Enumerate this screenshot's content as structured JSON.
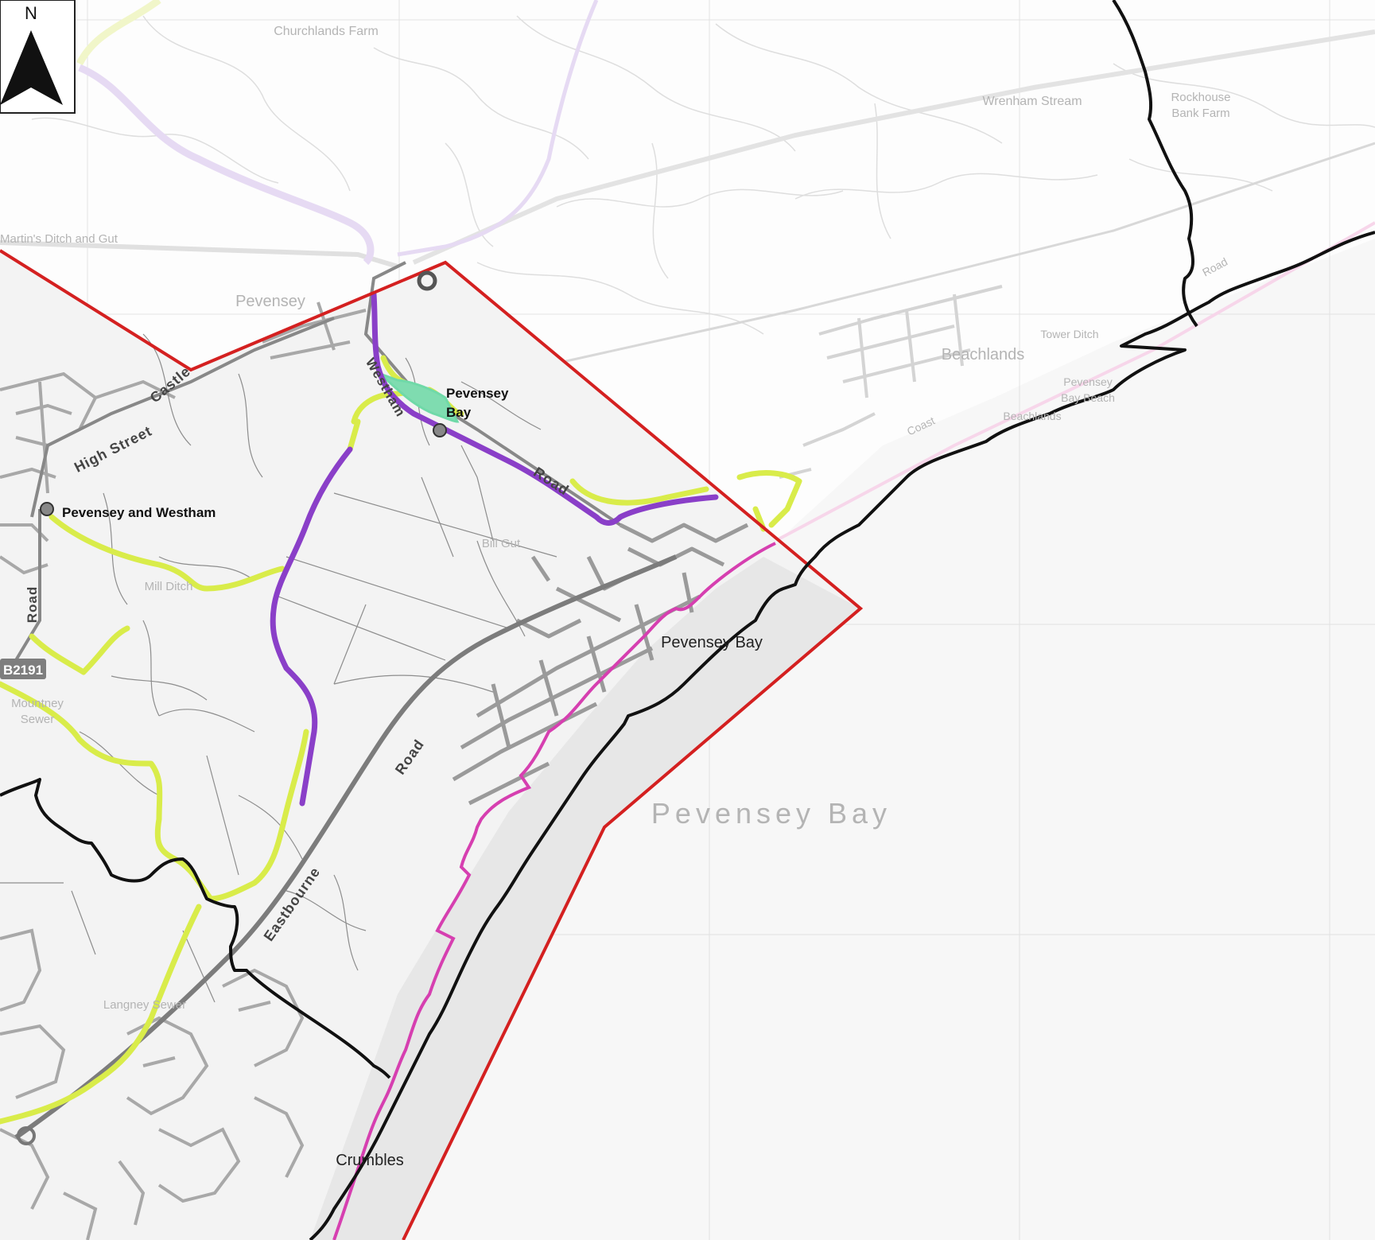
{
  "north_arrow": {
    "letter": "N"
  },
  "labels": {
    "churchlands_farm": "Churchlands Farm",
    "wrenham_stream": "Wrenham Stream",
    "rockhouse_1": "Rockhouse",
    "rockhouse_2": "Bank Farm",
    "st_martins": "Martin's Ditch and Gut",
    "pevensey": "Pevensey",
    "beachlands": "Beachlands",
    "tower_ditch": "Tower Ditch",
    "pev_bay_beach_1": "Pevensey",
    "pev_bay_beach_2": "Bay Beach",
    "beachlands_small": "Beachlands",
    "coast_road": "Coast",
    "road_ne": "Road",
    "pevensey_bay_station_1": "Pevensey",
    "pevensey_bay_station_2": "Bay",
    "pevensey_westham": "Pevensey and Westham",
    "high_street": "High Street",
    "castle": "Castle",
    "westham_road": "Westham",
    "road_westham": "Road",
    "bill_gut": "Bill Gut",
    "mill_ditch": "Mill Ditch",
    "road_vertical": "Road",
    "b2191": "B2191",
    "mountney_1": "Mountney",
    "mountney_2": "Sewer",
    "pevensey_bay_town": "Pevensey Bay",
    "pevensey_bay_sea": "Pevensey Bay",
    "eastbourne_road_1": "Road",
    "eastbourne_road_2": "Eastbourne",
    "langney_sewer": "Langney Sewer",
    "crumbles": "Crumbles"
  },
  "colors": {
    "boundary_red": "#d42020",
    "boundary_black": "#111111",
    "route_purple": "#8a3fc8",
    "route_yellow": "#d9ec4a",
    "route_magenta": "#d63fb0",
    "route_green": "#6fd9a8",
    "sea": "#f7f7f7",
    "beach": "#e6e6e6"
  }
}
